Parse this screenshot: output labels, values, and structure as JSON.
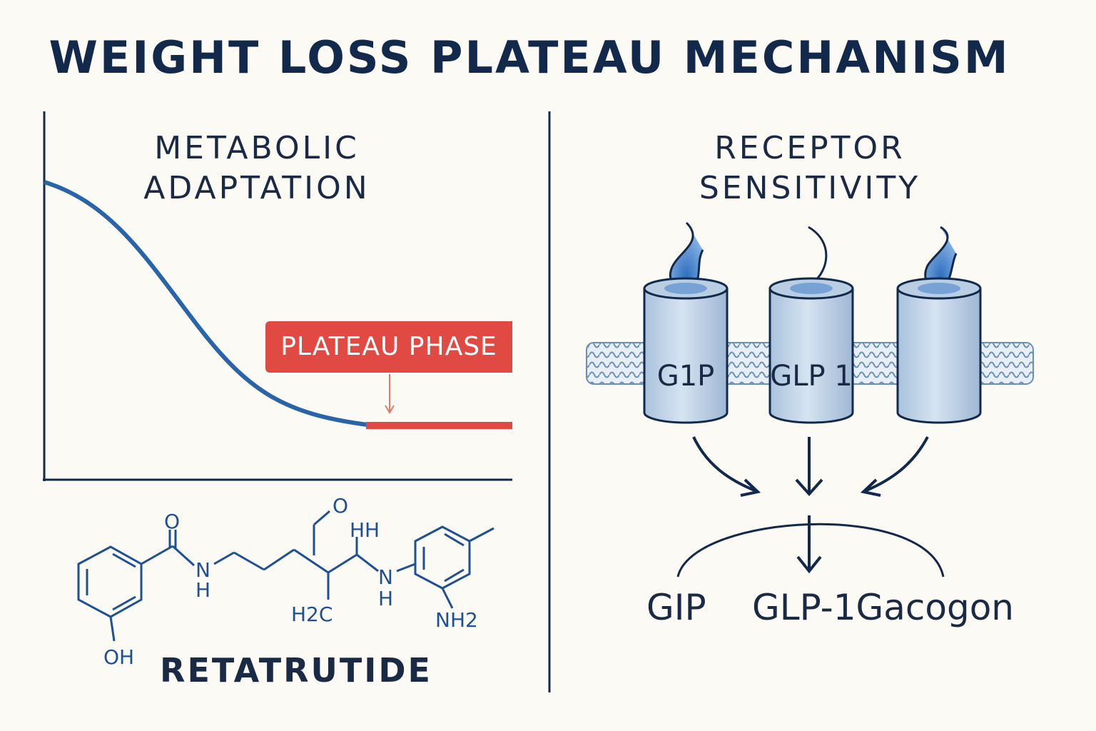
{
  "title": "WEIGHT LOSS PLATEAU MECHANISM",
  "left_panel": {
    "heading_line1": "METABOLIC",
    "heading_line2": "ADAPTATION",
    "plateau_label": "PLATEAU PHASE",
    "molecule_name": "RETATRUTIDE",
    "atoms": {
      "o_top": "O",
      "n_left": "N",
      "h_left": "H",
      "oh": "OH",
      "o_ring": "O",
      "hh": "HH",
      "h2c": "H2C",
      "n_right": "N",
      "h_right": "H",
      "nh2": "NH2"
    }
  },
  "right_panel": {
    "heading_line1": "RECEPTOR",
    "heading_line2": "SENSITIVITY",
    "receptors": [
      {
        "label": "G1P"
      },
      {
        "label": "GLP 1"
      },
      {
        "label": ""
      }
    ],
    "outputs": {
      "gip": "GIP",
      "glp": "GLP-1Gacogon"
    }
  },
  "colors": {
    "navy": "#13294b",
    "curve_blue": "#2a64a8",
    "plateau_red": "#e04a42",
    "receptor_fill": "#c8d8ea",
    "flame_blue": "#3d7ac4"
  }
}
